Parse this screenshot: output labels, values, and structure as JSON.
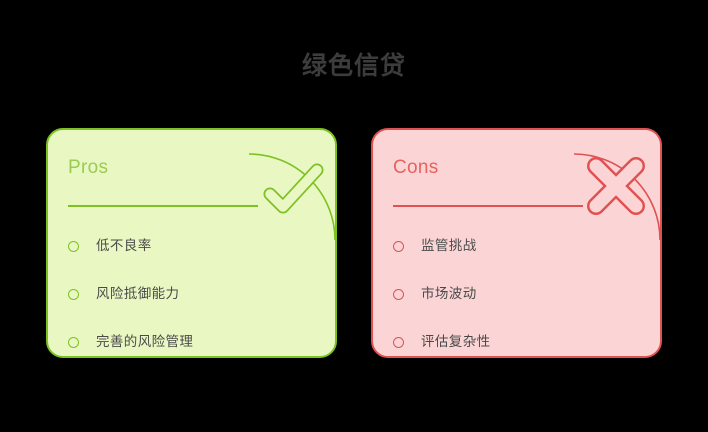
{
  "page": {
    "title": "绿色信贷",
    "background_color": "#000000",
    "title_color": "#3c3c3c"
  },
  "cards": [
    {
      "id": "pros",
      "header": "Pros",
      "icon": "check-icon",
      "accent_color": "#7dc222",
      "header_color": "#9acb52",
      "background_color": "#e9f8c2",
      "items": [
        {
          "label": "低不良率"
        },
        {
          "label": "风险抵御能力"
        },
        {
          "label": "完善的风险管理"
        }
      ]
    },
    {
      "id": "cons",
      "header": "Cons",
      "icon": "cross-icon",
      "accent_color": "#e05252",
      "header_color": "#e8625f",
      "background_color": "#fbd5d5",
      "items": [
        {
          "label": "监管挑战"
        },
        {
          "label": "市场波动"
        },
        {
          "label": "评估复杂性"
        }
      ]
    }
  ]
}
